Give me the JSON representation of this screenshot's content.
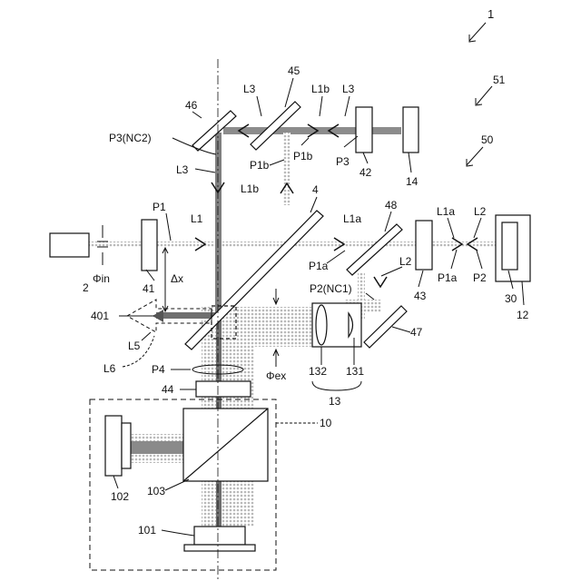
{
  "colors": {
    "ink": "#111111",
    "beam_dark": "#707070",
    "beam_light": "#c4c4c4",
    "beam_mid": "#9a9a9a"
  },
  "labels": {
    "fig_ref": "1",
    "ref_51": "51",
    "ref_50": "50",
    "ref_45": "45",
    "ref_46": "46",
    "L3_a": "L3",
    "L3_b": "L3",
    "L3_c": "L3",
    "L1b_top": "L1b",
    "L1b_mid": "L1b",
    "P1b_a": "P1b",
    "P1b_b": "P1b",
    "P3": "P3",
    "P3NC2": "P3(NC2)",
    "ref_42": "42",
    "ref_14": "14",
    "ref_4": "4",
    "ref_48": "48",
    "P1": "P1",
    "L1": "L1",
    "L1a_a": "L1a",
    "L1a_b": "L1a",
    "L2_a": "L2",
    "L2_b": "L2",
    "P1a_a": "P1a",
    "P1a_b": "P1a",
    "P2": "P2",
    "ref_30": "30",
    "ref_12": "12",
    "ref_2": "2",
    "phi_in": "Φin",
    "ref_41": "41",
    "delta_x": "Δx",
    "ref_43": "43",
    "P2NC1": "P2(NC1)",
    "ref_401": "401",
    "L5": "L5",
    "L6": "L6",
    "P4": "P4",
    "phi_ex": "Φex",
    "ref_44": "44",
    "ref_132": "132",
    "ref_131": "131",
    "ref_13": "13",
    "ref_47": "47",
    "ref_10": "10",
    "ref_102": "102",
    "ref_103": "103",
    "ref_101": "101"
  }
}
